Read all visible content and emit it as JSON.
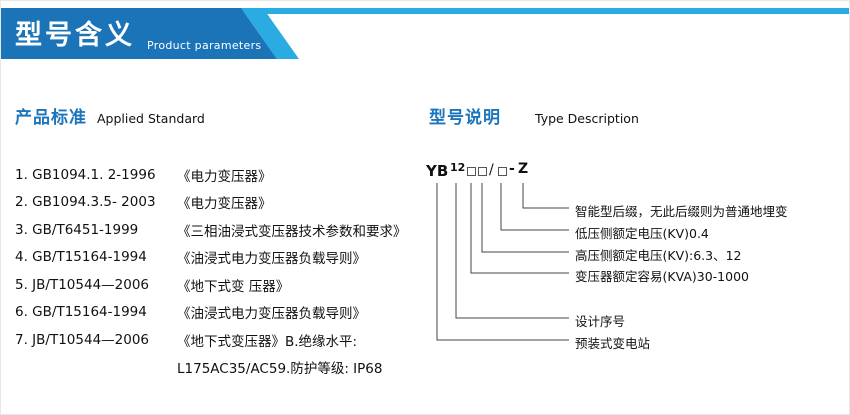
{
  "banner": {
    "title": "型号含义",
    "subtitle": "Product parameters"
  },
  "colors": {
    "primary_blue": "#1c74b8",
    "accent_blue": "#2aabe2"
  },
  "sections": {
    "standards": {
      "heading_cn": "产品标准",
      "heading_en": "Applied Standard"
    },
    "type_desc": {
      "heading_cn": "型号说明",
      "heading_en": "Type Description"
    }
  },
  "standards_list": [
    {
      "code": "1. GB1094.1. 2-1996",
      "title": "《电力变压器》"
    },
    {
      "code": "2. GB1094.3.5- 2003",
      "title": "《电力变压器》"
    },
    {
      "code": "3. GB/T6451-1999",
      "title": "《三相油浸式变压器技术参数和要求》"
    },
    {
      "code": "4. GB/T15164-1994",
      "title": "《油浸式电力变压器负载导则》"
    },
    {
      "code": "5. JB/T10544—2006",
      "title": "《地下式变 压器》"
    },
    {
      "code": "6. GB/T15164-1994",
      "title": "《油浸式电力变压器负载导则》"
    },
    {
      "code": "7. JB/T10544—2006",
      "title": "《地下式变压器》B.绝缘水平:"
    }
  ],
  "standards_continuation": "L175AC35/AC59.防护等级: IP68",
  "model_diagram": {
    "prefix": "YB",
    "design_no": "12",
    "capacity_boxes": "□□",
    "slash": "/",
    "lv_box": "□",
    "dash": "-",
    "suffix": "Z",
    "labels": [
      "智能型后缀，无此后缀则为普通地埋变",
      "低压侧额定电压(KV)0.4",
      "高压侧额定电压(KV):6.3、12",
      "变压器额定容易(KVA)30-1000",
      "设计序号",
      "预装式变电站"
    ]
  }
}
